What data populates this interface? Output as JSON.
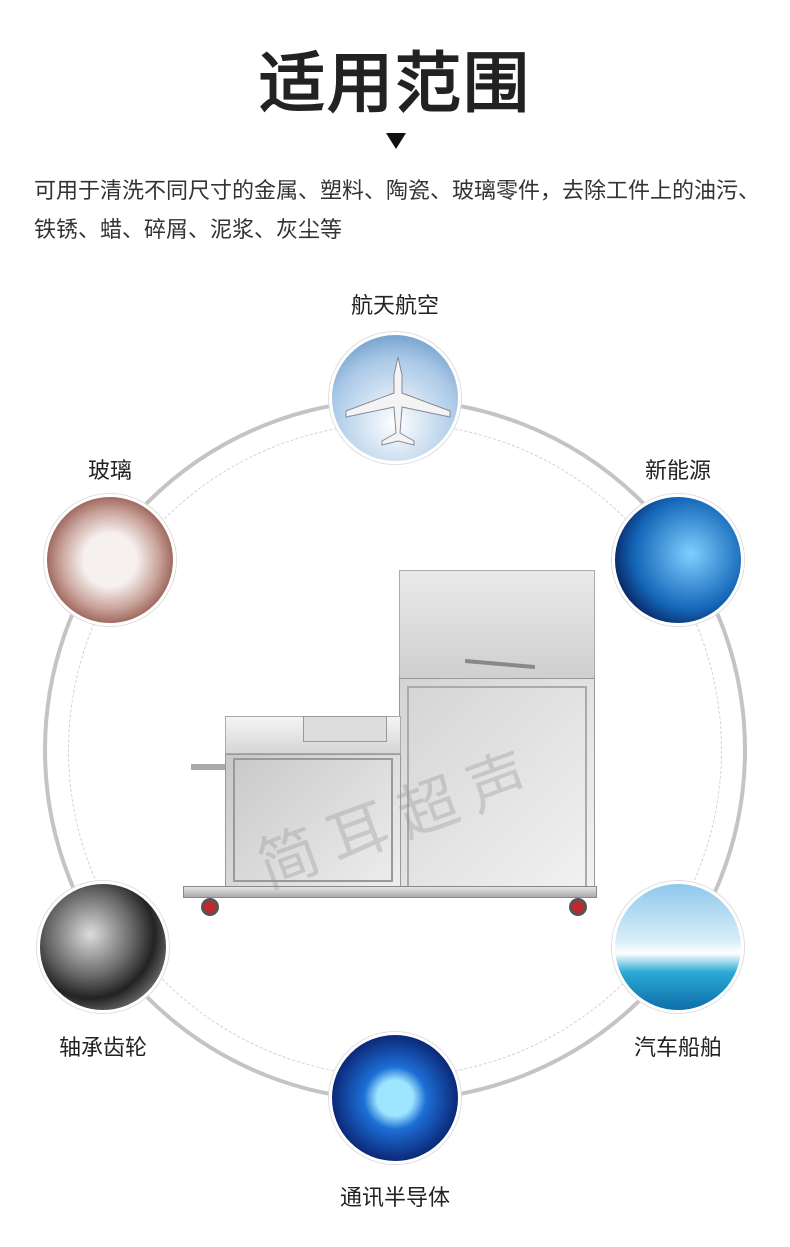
{
  "header": {
    "title": "适用范围",
    "description": "可用于清洗不同尺寸的金属、塑料、陶瓷、玻璃零件，去除工件上的油污、铁锈、蜡、碎屑、泥浆、灰尘等"
  },
  "applications": [
    {
      "label": "航天航空",
      "icon": "airplane"
    },
    {
      "label": "玻璃",
      "icon": "glass-ring"
    },
    {
      "label": "新能源",
      "icon": "earth-energy"
    },
    {
      "label": "轴承齿轮",
      "icon": "bearings"
    },
    {
      "label": "汽车船舶",
      "icon": "cruise-ship"
    },
    {
      "label": "通讯半导体",
      "icon": "chip"
    }
  ],
  "watermark": "简耳超声",
  "colors": {
    "ring": "#c4c4c4",
    "wheel": "#c0282e"
  }
}
